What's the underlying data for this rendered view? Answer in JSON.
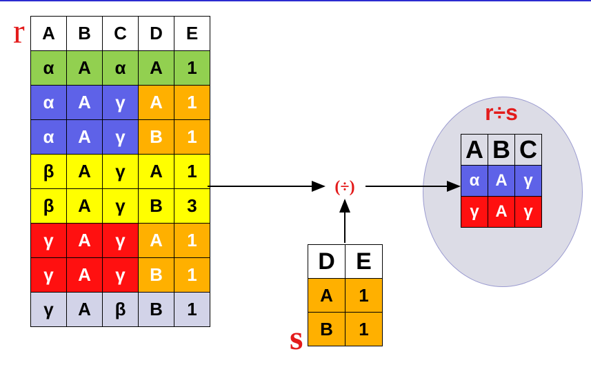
{
  "labels": {
    "r": "r",
    "s": "s",
    "operator": "(÷)",
    "result_title": "r÷s"
  },
  "colors": {
    "green": "#92d050",
    "blue": "#5e62e8",
    "orange": "#ffb000",
    "yellow": "#ffff00",
    "red": "#ff1010",
    "lavender": "#d2d3e8",
    "label_red": "#e31b1b",
    "ellipse": "#dcdce6"
  },
  "table_r": {
    "headers": [
      "A",
      "B",
      "C",
      "D",
      "E"
    ],
    "rows": [
      {
        "cells": [
          "α",
          "A",
          "α",
          "A",
          "1"
        ],
        "bg": [
          "green",
          "green",
          "green",
          "green",
          "green"
        ],
        "fg": "#000000"
      },
      {
        "cells": [
          "α",
          "A",
          "γ",
          "A",
          "1"
        ],
        "bg": [
          "blue",
          "blue",
          "blue",
          "orange",
          "orange"
        ],
        "fg": "#ffffff"
      },
      {
        "cells": [
          "α",
          "A",
          "γ",
          "B",
          "1"
        ],
        "bg": [
          "blue",
          "blue",
          "blue",
          "orange",
          "orange"
        ],
        "fg": "#ffffff"
      },
      {
        "cells": [
          "β",
          "A",
          "γ",
          "A",
          "1"
        ],
        "bg": [
          "yellow",
          "yellow",
          "yellow",
          "yellow",
          "yellow"
        ],
        "fg": "#000000"
      },
      {
        "cells": [
          "β",
          "A",
          "γ",
          "B",
          "3"
        ],
        "bg": [
          "yellow",
          "yellow",
          "yellow",
          "yellow",
          "yellow"
        ],
        "fg": "#000000"
      },
      {
        "cells": [
          "γ",
          "A",
          "γ",
          "A",
          "1"
        ],
        "bg": [
          "red",
          "red",
          "red",
          "orange",
          "orange"
        ],
        "fg": "#ffffff"
      },
      {
        "cells": [
          "γ",
          "A",
          "γ",
          "B",
          "1"
        ],
        "bg": [
          "red",
          "red",
          "red",
          "orange",
          "orange"
        ],
        "fg": "#ffffff"
      },
      {
        "cells": [
          "γ",
          "A",
          "β",
          "B",
          "1"
        ],
        "bg": [
          "lavender",
          "lavender",
          "lavender",
          "lavender",
          "lavender"
        ],
        "fg": "#000000"
      }
    ]
  },
  "table_s": {
    "headers": [
      "D",
      "E"
    ],
    "rows": [
      {
        "cells": [
          "A",
          "1"
        ],
        "bg": [
          "orange",
          "orange"
        ],
        "fg": "#000000"
      },
      {
        "cells": [
          "B",
          "1"
        ],
        "bg": [
          "orange",
          "orange"
        ],
        "fg": "#000000"
      }
    ]
  },
  "table_result": {
    "headers": [
      "A",
      "B",
      "C"
    ],
    "rows": [
      {
        "cells": [
          "α",
          "A",
          "γ"
        ],
        "bg": [
          "blue",
          "blue",
          "blue"
        ],
        "fg": "#ffffff"
      },
      {
        "cells": [
          "γ",
          "A",
          "γ"
        ],
        "bg": [
          "red",
          "red",
          "red"
        ],
        "fg": "#ffffff"
      }
    ]
  }
}
